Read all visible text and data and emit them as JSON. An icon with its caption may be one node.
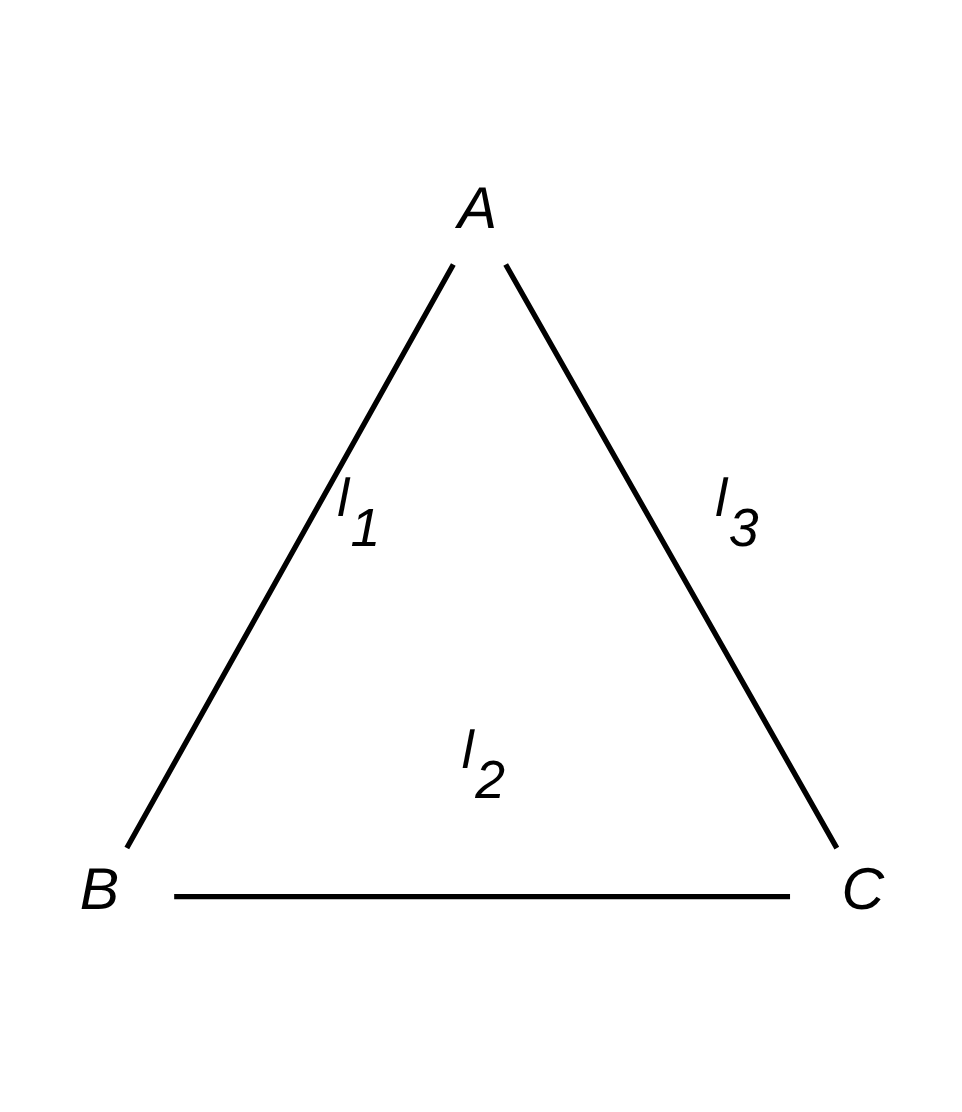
{
  "diagram": {
    "nodes": [
      {
        "text": [
          "A"
        ]
      },
      {
        "text": [
          "B"
        ]
      },
      {
        "text": [
          "C"
        ]
      }
    ],
    "edges": [
      {
        "from": 0,
        "to": 1,
        "arrow": "none",
        "label": "l$_{1}$"
      },
      {
        "from": 1,
        "to": 2,
        "arrow": "none",
        "label": "l$_{2}$"
      },
      {
        "from": 0,
        "to": 2,
        "arrow": "none",
        "label": "l$_{3}$"
      }
    ]
  }
}
